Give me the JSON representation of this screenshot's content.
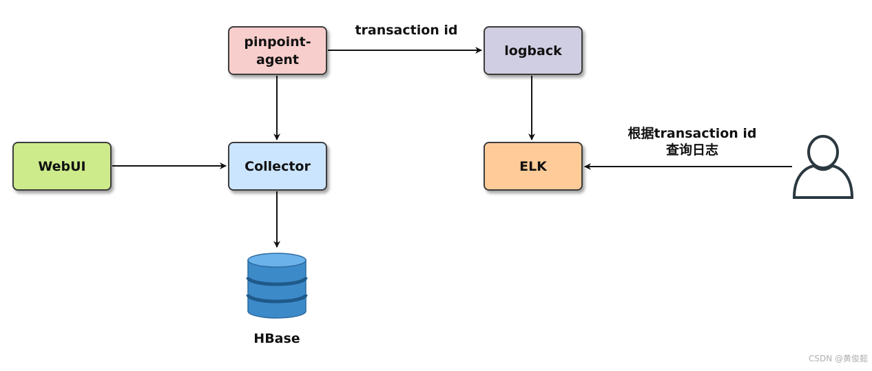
{
  "nodes": {
    "agent": {
      "line1": "pinpoint-",
      "line2": "agent",
      "fill": "#f8cecc"
    },
    "logback": {
      "label": "logback",
      "fill": "#d0cee2"
    },
    "webui": {
      "label": "WebUI",
      "fill": "#cdeb8b"
    },
    "collector": {
      "label": "Collector",
      "fill": "#cce5ff"
    },
    "elk": {
      "label": "ELK",
      "fill": "#ffcc99"
    },
    "hbase": {
      "label": "HBase",
      "icon": "database-icon",
      "color": "#3d8ac9"
    },
    "user": {
      "icon": "user-icon",
      "color": "#2b3840"
    }
  },
  "edge_labels": {
    "transaction": "transaction id",
    "query_line1": "根据transaction id",
    "query_line2": "查询日志"
  },
  "watermark": "CSDN @黄俊懿"
}
